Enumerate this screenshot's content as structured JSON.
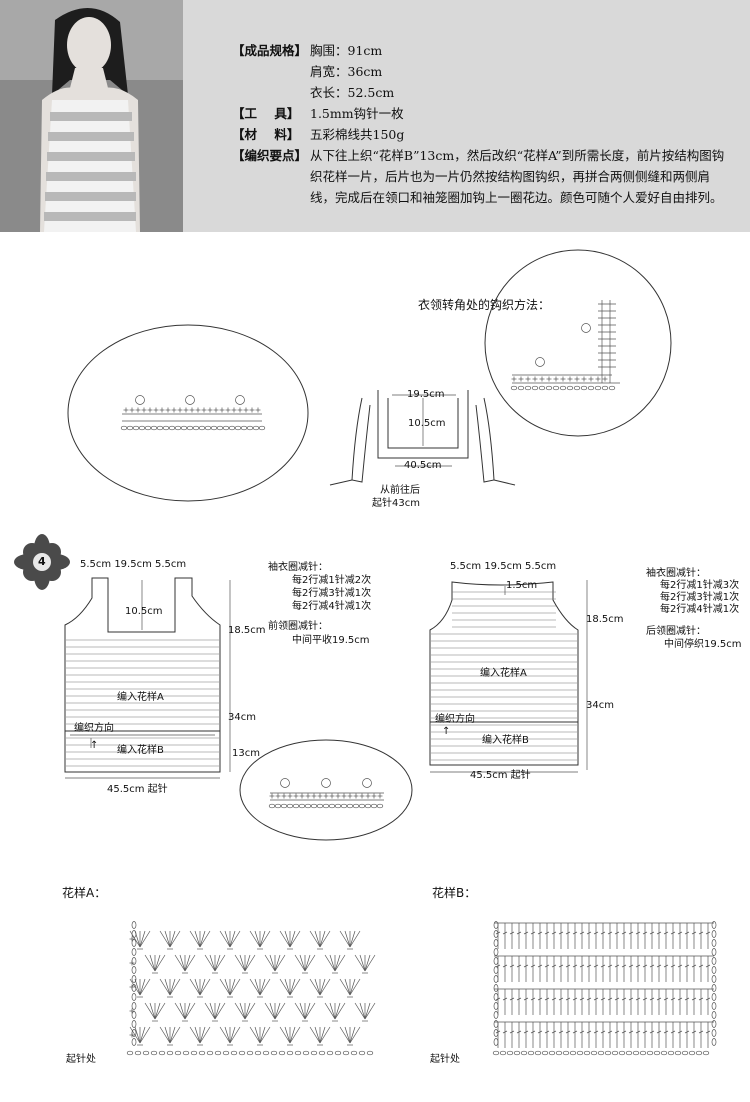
{
  "spec": {
    "size_label": "【成品规格】",
    "size_values": [
      "胸围：91cm",
      "肩宽：36cm",
      "衣长：52.5cm"
    ],
    "tool_label": "【工    具】",
    "tool_value": "1.5mm钩针一枚",
    "material_label": "【材    料】",
    "material_value": "五彩棉线共150g",
    "method_label": "【编织要点】",
    "method_value": "从下往上织“花样B”13cm，然后改织“花样A”到所需长度，前片按结构图钩织花样一片，后片也为一片仍然按结构图钩织，再拼合两侧侧缝和两侧肩线，完成后在领口和袖笼圈加钩上一圈花边。颜色可随个人爱好自由排列。"
  },
  "collar": {
    "title": "衣领转角处的钩织方法：",
    "dim_top": "19.5cm",
    "dim_mid": "10.5cm",
    "dim_bottom": "40.5cm",
    "from_front": "从前往后",
    "start": "起针43cm"
  },
  "pattern_number": "4",
  "front": {
    "top_dims": "5.5cm  19.5cm   5.5cm",
    "neck": "10.5cm",
    "right_top": "18.5cm",
    "right_mid": "34cm",
    "right_low": "13cm",
    "pattern_a": "编入花样A",
    "direction": "编织方向",
    "pattern_b": "编入花样B",
    "bottom": "45.5cm  起针",
    "armhole_title": "袖衣圈减针：",
    "armhole_lines": [
      "每2行减1针减2次",
      "每2行减3针减1次",
      "每2行减4针减1次"
    ],
    "neck_title": "前领圈减针：",
    "neck_line": "中间平收19.5cm"
  },
  "back": {
    "top_dims": "5.5cm  19.5cm  5.5cm",
    "neck": "1.5cm",
    "right_top": "18.5cm",
    "right_mid": "34cm",
    "pattern_a": "编入花样A",
    "direction": "编织方向",
    "pattern_b": "编入花样B",
    "bottom": "45.5cm  起针",
    "armhole_title": "袖衣圈减针：",
    "armhole_lines": [
      "每2行减1针减3次",
      "每2行减3针减1次",
      "每2行减4针减1次"
    ],
    "neck_title": "后领圈减针：",
    "neck_line": "中间停织19.5cm"
  },
  "chartA": {
    "title": "花样A：",
    "start": "起针处"
  },
  "chartB": {
    "title": "花样B：",
    "start": "起针处"
  }
}
